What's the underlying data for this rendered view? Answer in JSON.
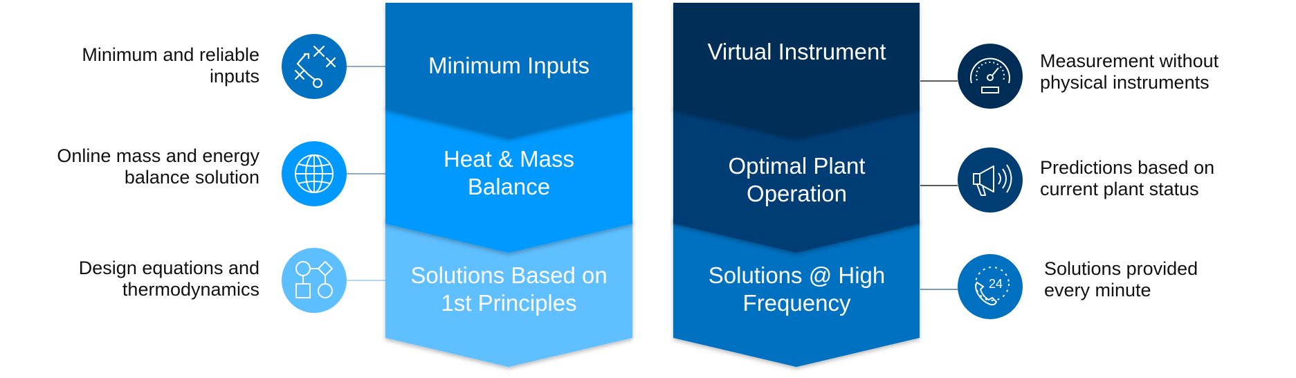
{
  "colors": {
    "blue_dark": "#0070c0",
    "blue_mid": "#0099ff",
    "blue_light": "#5ebfff",
    "navy_dark": "#002d56",
    "navy_mid": "#003e74",
    "navy_blue": "#0070c0",
    "line": "#555555"
  },
  "left_column": {
    "blocks": [
      {
        "label": "Minimum Inputs"
      },
      {
        "label": "Heat & Mass Balance"
      },
      {
        "label": "Solutions Based on 1st Principles"
      }
    ],
    "features": [
      {
        "text": "Minimum and reliable inputs",
        "icon": "strategy-play-icon"
      },
      {
        "text": "Online mass and energy balance solution",
        "icon": "globe-icon"
      },
      {
        "text": "Design equations and thermodynamics",
        "icon": "flowchart-icon"
      }
    ]
  },
  "right_column": {
    "blocks": [
      {
        "label": "Virtual Instrument"
      },
      {
        "label": "Optimal Plant Operation"
      },
      {
        "label": "Solutions @ High Frequency"
      }
    ],
    "features": [
      {
        "text": "Measurement without physical instruments",
        "icon": "gauge-icon"
      },
      {
        "text": "Predictions based on current plant status",
        "icon": "megaphone-icon"
      },
      {
        "text": "Solutions provided every minute",
        "icon": "phone-24-icon",
        "icon_text": "24"
      }
    ]
  }
}
